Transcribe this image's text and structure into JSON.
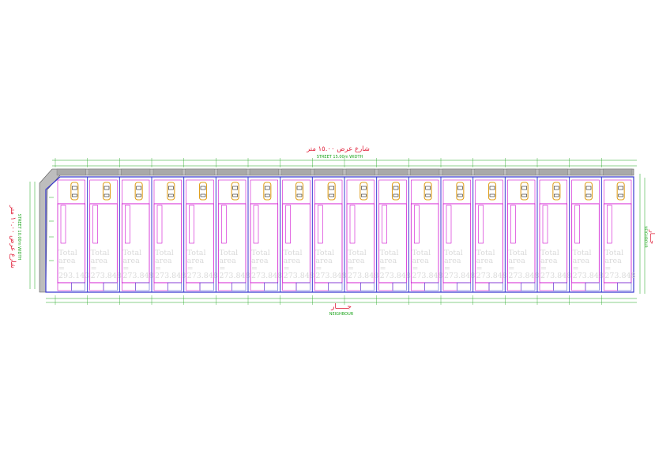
{
  "labels": {
    "top_street_ar": "شارع عرض ١٥.٠٠ متر",
    "top_street_en": "STREET 15.00m WIDTH",
    "left_street_ar": "شارع عرض ١٠.٠٠ متر",
    "left_street_en": "STREET 10.00m WIDTH",
    "bottom_neighbour_ar": "جـــــار",
    "bottom_neighbour_en": "NEIGHBOUR",
    "right_neighbour_ar": "جـــار",
    "right_neighbour_en": "NEIGHBOUR"
  },
  "plots": [
    {
      "line1": "Total",
      "line2": "area",
      "line3": "=",
      "line4": "293.143"
    },
    {
      "line1": "Total",
      "line2": "area",
      "line3": "=",
      "line4": "273.848"
    },
    {
      "line1": "Total",
      "line2": "area",
      "line3": "=",
      "line4": "273.848"
    },
    {
      "line1": "Total",
      "line2": "area",
      "line3": "=",
      "line4": "273.848"
    },
    {
      "line1": "Total",
      "line2": "area",
      "line3": "=",
      "line4": "273.848"
    },
    {
      "line1": "Total",
      "line2": "area",
      "line3": "=",
      "line4": "273.848"
    },
    {
      "line1": "Total",
      "line2": "area",
      "line3": "=",
      "line4": "273.848"
    },
    {
      "line1": "Total",
      "line2": "area",
      "line3": "=",
      "line4": "273.848"
    },
    {
      "line1": "Total",
      "line2": "area",
      "line3": "=",
      "line4": "273.848"
    },
    {
      "line1": "Total",
      "line2": "area",
      "line3": "=",
      "line4": "273.848"
    },
    {
      "line1": "Total",
      "line2": "area",
      "line3": "=",
      "line4": "273.848"
    },
    {
      "line1": "Total",
      "line2": "area",
      "line3": "=",
      "line4": "273.848"
    },
    {
      "line1": "Total",
      "line2": "area",
      "line3": "=",
      "line4": "273.848"
    },
    {
      "line1": "Total",
      "line2": "area",
      "line3": "=",
      "line4": "273.848"
    },
    {
      "line1": "Total",
      "line2": "area",
      "line3": "=",
      "line4": "273.848"
    },
    {
      "line1": "Total",
      "line2": "area",
      "line3": "=",
      "line4": "273.848"
    },
    {
      "line1": "Total",
      "line2": "area",
      "line3": "=",
      "line4": "273.848"
    },
    {
      "line1": "Total",
      "line2": "area",
      "line3": "=",
      "line4": "273.848"
    }
  ],
  "colors": {
    "plot_outline": "#3a3ad0",
    "room_outline": "#d010d0",
    "dimension": "#19a319",
    "car": "#e0a020",
    "label_red": "#e0203a",
    "sidewalk": "#8a8a8a"
  },
  "icons": {
    "parking": "car-icon"
  }
}
